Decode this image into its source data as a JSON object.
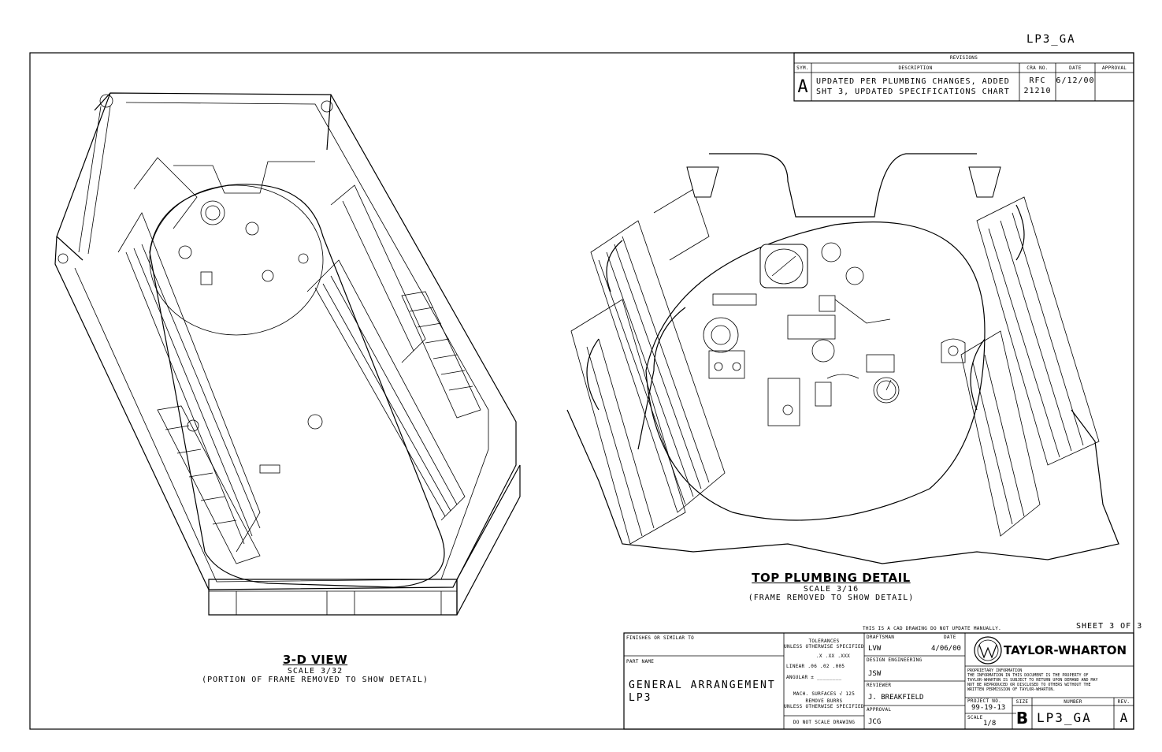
{
  "drawing_id_top": "LP3_GA",
  "revisions": {
    "header": "REVISIONS",
    "columns": [
      "SYM.",
      "DESCRIPTION",
      "CRA NO.",
      "DATE",
      "APPROVAL"
    ],
    "rows": [
      {
        "sym": "A",
        "desc1": "UPDATED PER PLUMBING CHANGES, ADDED",
        "desc2": "SHT 3, UPDATED SPECIFICATIONS CHART",
        "cra1": "RFC",
        "cra2": "21210",
        "date": "6/12/00",
        "approval": ""
      }
    ]
  },
  "views": {
    "view1": {
      "title": "3-D VIEW",
      "scale": "SCALE  3/32",
      "note": "(PORTION OF FRAME REMOVED TO SHOW DETAIL)"
    },
    "view2": {
      "title": "TOP PLUMBING DETAIL",
      "scale": "SCALE  3/16",
      "note": "(FRAME REMOVED TO SHOW DETAIL)"
    }
  },
  "cad_notice": "THIS IS A CAD DRAWING DO NOT UPDATE MANUALLY.",
  "sheet": "SHEET 3 OF 3",
  "title_block": {
    "finishes_label": "FINISHES OR SIMILAR TO",
    "part_name_label": "PART NAME",
    "part_name_1": "GENERAL ARRANGEMENT",
    "part_name_2": "LP3",
    "tol_header_1": "TOLERANCES",
    "tol_header_2": "UNLESS OTHERWISE SPECIFIED",
    "tol_cols": ".X  .XX  .XXX",
    "tol_linear": "LINEAR  .06  .02  .005",
    "tol_angular": "ANGULAR  ±  ________",
    "tol_mach": "MACH. SURFACES  √ 125",
    "tol_burrs": "REMOVE BURRS",
    "tol_unless": "UNLESS OTHERWISE SPECIFIED",
    "tol_noscale": "DO NOT SCALE DRAWING",
    "draftsman_label": "DRAFTSMAN",
    "date_label": "DATE",
    "draftsman": "LVW",
    "draft_date": "4/06/00",
    "design_label": "DESIGN ENGINEERING",
    "design": "JSW",
    "reviewer_label": "REVIEWER",
    "reviewer": "J. BREAKFIELD",
    "approval_label": "APPROVAL",
    "approval": "JCG",
    "company": "TAYLOR-WHARTON",
    "proprietary": [
      "PROPRIETARY INFORMATION",
      "THE INFORMATION IN THIS DOCUMENT IS THE PROPERTY OF",
      "TAYLOR-WHARTON IS SUBJECT TO RETURN UPON DEMAND AND MAY",
      "NOT BE REPRODUCED OR DISCLOSED TO OTHERS WITHOUT THE",
      "WRITTEN PERMISSION OF TAYLOR-WHARTON."
    ],
    "project_label": "PROJECT NO.",
    "project": "99-19-13",
    "size_label": "SIZE",
    "size": "B",
    "number_label": "NUMBER",
    "number": "LP3_GA",
    "rev_label": "REV.",
    "rev": "A",
    "scale_label": "SCALE",
    "scale": "1/8"
  }
}
